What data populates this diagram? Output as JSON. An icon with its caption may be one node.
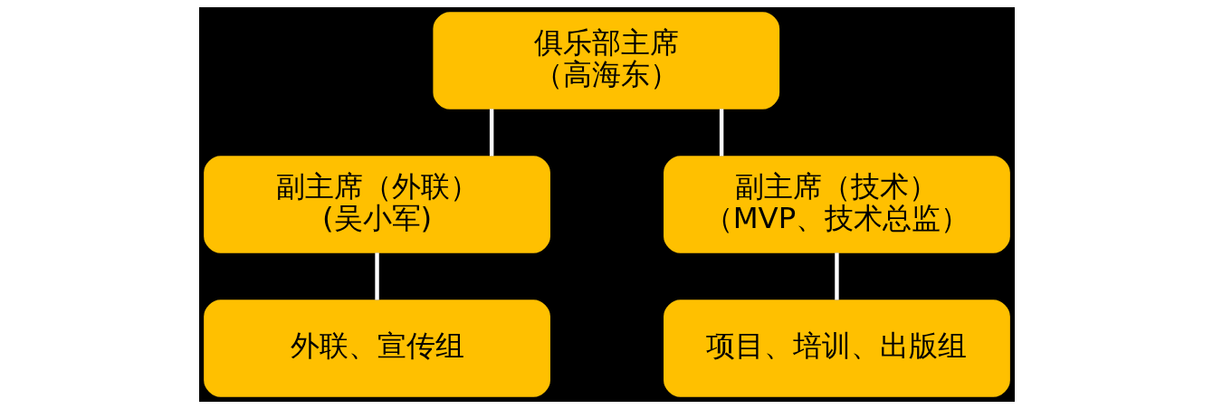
{
  "diagram": {
    "nodes": [
      {
        "text": [
          "俱乐部主席",
          "（高海东）"
        ]
      },
      {
        "text": [
          "副主席（外联）",
          "(吴小军)"
        ]
      },
      {
        "text": [
          "副主席（技术）",
          "（MVP、技术总监）"
        ]
      },
      {
        "text": [
          "外联、宣传组"
        ]
      },
      {
        "text": [
          "项目、培训、出版组"
        ]
      }
    ],
    "edges": [
      {
        "from": 0,
        "to": 1,
        "arrow": "none"
      },
      {
        "from": 0,
        "to": 2,
        "arrow": "none"
      },
      {
        "from": 1,
        "to": 3,
        "arrow": "none"
      },
      {
        "from": 2,
        "to": 4,
        "arrow": "none"
      }
    ]
  }
}
